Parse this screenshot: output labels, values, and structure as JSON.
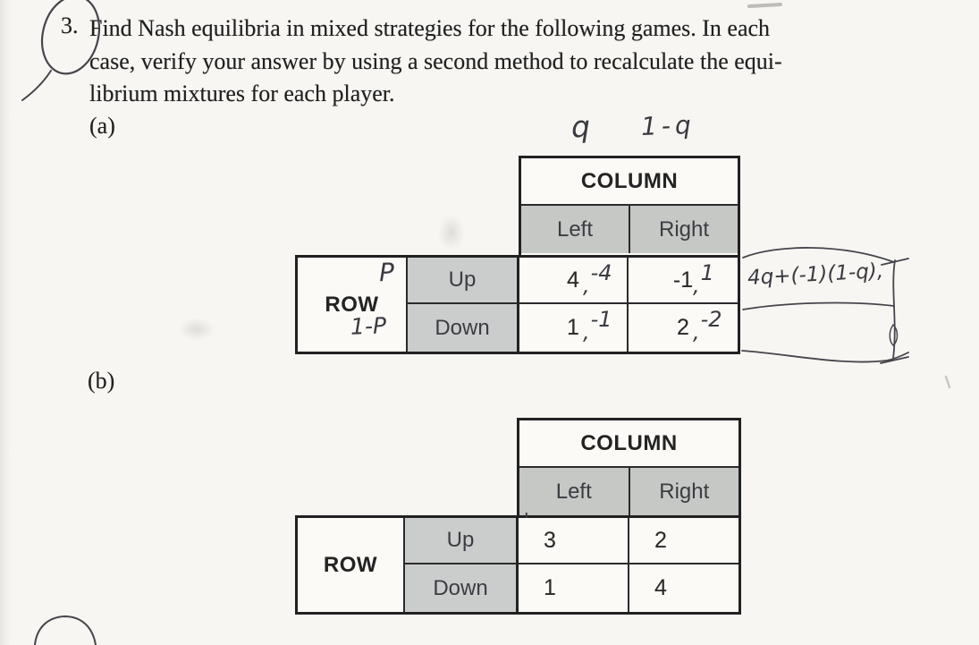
{
  "problem": {
    "number": "3.",
    "line1": "Find Nash equilibria in mixed strategies for the following games. In each",
    "line2": "case, verify your answer by using a second method to recalculate the equi-",
    "line3": "librium mixtures for each player.",
    "part_a": "(a)",
    "part_b": "(b)"
  },
  "table_a": {
    "column_header": "COLUMN",
    "left_label": "Left",
    "right_label": "Right",
    "row_header": "ROW",
    "up_label": "Up",
    "down_label": "Down",
    "hand_comma": ",",
    "payoffs": {
      "up_left": {
        "printed": "4",
        "hand": "-4"
      },
      "up_right": {
        "printed": "-1",
        "hand": "1"
      },
      "down_left": {
        "printed": "1",
        "hand": "-1"
      },
      "down_right": {
        "printed": "2",
        "hand": "-2"
      }
    },
    "annotations": {
      "q": "q",
      "one_minus_q": "1-q",
      "p": "P",
      "one_minus_p": "1-P",
      "expression": "4q+(-1)(1-q),"
    }
  },
  "table_b": {
    "column_header": "COLUMN",
    "left_label": "Left",
    "right_label": "Right",
    "row_header": "ROW",
    "up_label": "Up",
    "down_label": "Down",
    "payoffs": {
      "up_left": "3",
      "up_right": "2",
      "down_left": "1",
      "down_right": "4"
    },
    "stray_mark": "'"
  },
  "colors": {
    "paper": "#f7f6f3",
    "table_border": "#212121",
    "header_gray": "#c6c8c6",
    "label_gray": "#cbcdcd",
    "printed_text": "#2a2a2a",
    "handwriting_ink": "#3a3a40"
  }
}
